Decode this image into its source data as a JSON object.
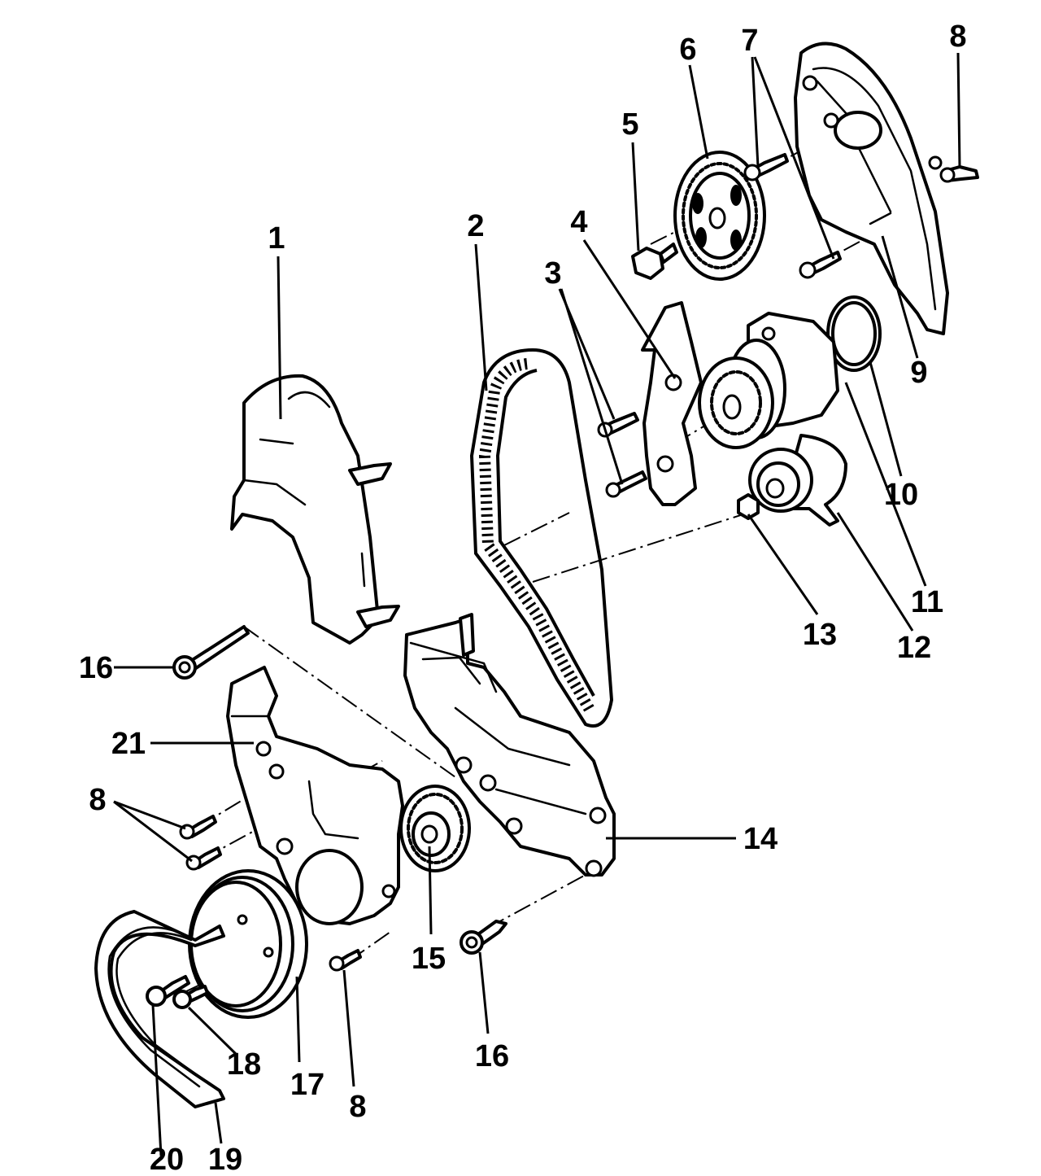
{
  "callouts": {
    "c1": "1",
    "c2": "2",
    "c3": "3",
    "c4": "4",
    "c5": "5",
    "c6": "6",
    "c7": "7",
    "c8_top": "8",
    "c9": "9",
    "c10": "10",
    "c11": "11",
    "c12": "12",
    "c13": "13",
    "c14": "14",
    "c15": "15",
    "c16_left": "16",
    "c16_bottom": "16",
    "c17": "17",
    "c18": "18",
    "c19": "19",
    "c20": "20",
    "c21": "21",
    "c8_left": "8",
    "c8_bottom": "8"
  }
}
